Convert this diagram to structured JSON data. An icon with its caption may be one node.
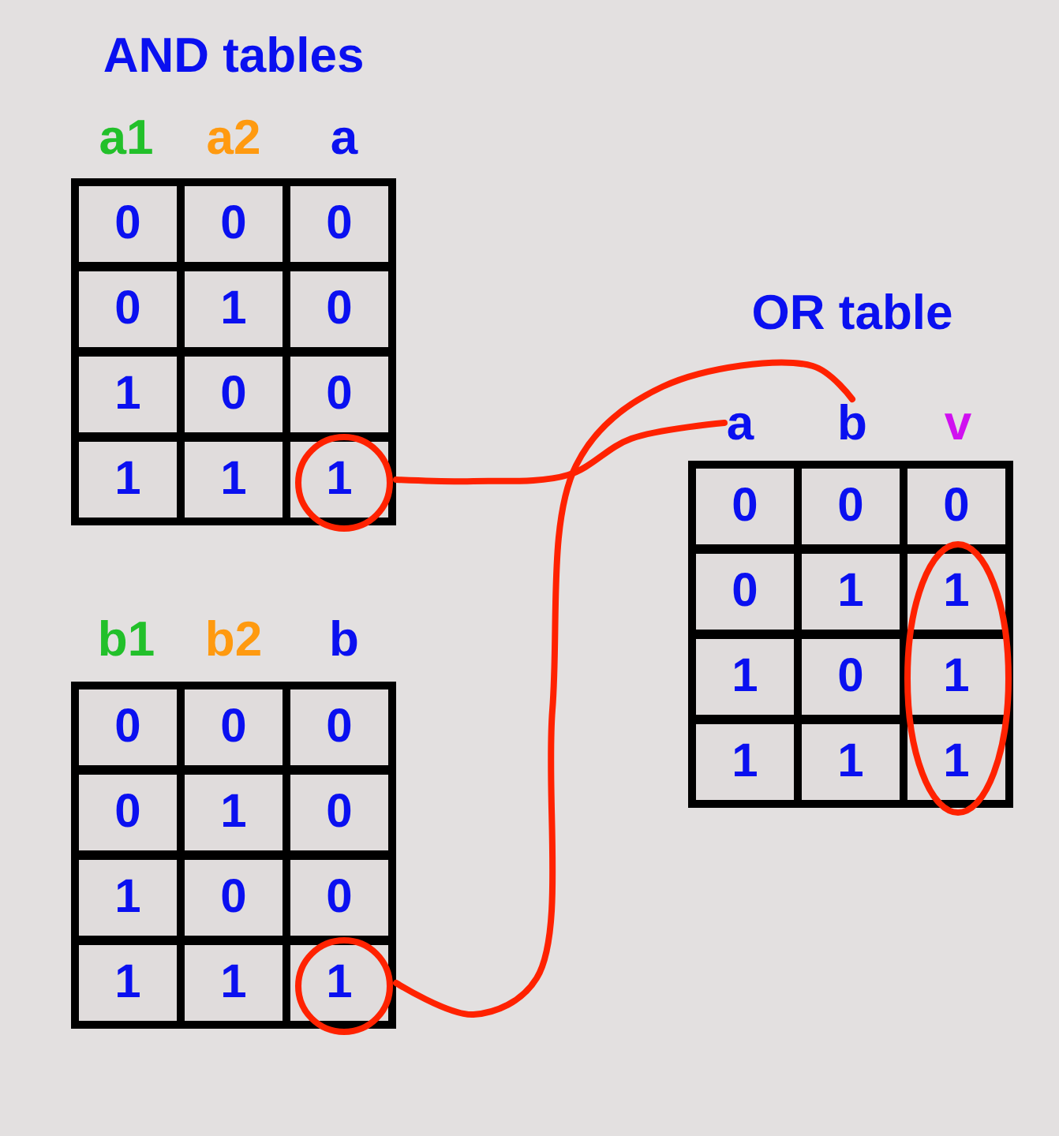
{
  "diagram": {
    "nodes": [
      {
        "text": [
          "1"
        ]
      },
      {
        "text": [
          "1"
        ]
      },
      {
        "text": [
          "a"
        ]
      },
      {
        "text": [
          "b"
        ]
      }
    ],
    "edges": [
      {
        "from": 0,
        "to": 2,
        "arrow": "none"
      },
      {
        "from": 1,
        "to": 3,
        "arrow": "none"
      }
    ],
    "labels": [
      "AND tables",
      "a1",
      "a2",
      "a",
      "0",
      "0",
      "0",
      "0",
      "1",
      "0",
      "1",
      "0",
      "0",
      "1",
      "1",
      "OR table",
      "v",
      "0",
      "0",
      "0",
      "0",
      "1",
      "1",
      "1",
      "0",
      "1",
      "1",
      "1",
      "1",
      "b1",
      "b2",
      "b",
      "0",
      "0",
      "0",
      "0",
      "1",
      "0",
      "1",
      "0",
      "0",
      "1",
      "1"
    ]
  }
}
